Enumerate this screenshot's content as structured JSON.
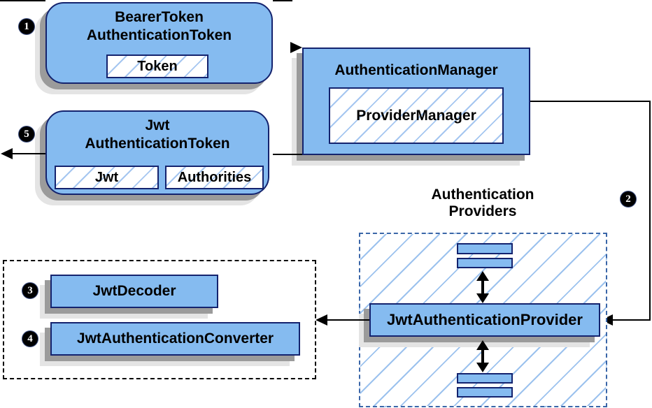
{
  "diagram": {
    "bearer_token": {
      "title_line1": "BearerToken",
      "title_line2": "AuthenticationToken",
      "field": "Token"
    },
    "authentication_manager": {
      "title": "AuthenticationManager",
      "implementation": "ProviderManager"
    },
    "jwt_authentication_token": {
      "title_line1": "Jwt",
      "title_line2": "AuthenticationToken",
      "field1": "Jwt",
      "field2": "Authorities"
    },
    "authentication_providers": {
      "label_line1": "Authentication",
      "label_line2": "Providers",
      "provider": "JwtAuthenticationProvider"
    },
    "decoder_group": {
      "decoder": "JwtDecoder",
      "converter": "JwtAuthenticationConverter"
    },
    "steps": {
      "step1": "1",
      "step2": "2",
      "step3": "3",
      "step4": "4",
      "step5": "5"
    },
    "colors": {
      "node_fill": "#85BBF0",
      "node_border": "#14236E",
      "hatch_line": "#9CC2EE",
      "container_dash": "#3A66A8",
      "shadow_dark": "#9B9B9B",
      "shadow_light": "#E4E4E4",
      "line": "#000000",
      "badge_fill": "#000000",
      "badge_text": "#FFFFFF"
    }
  }
}
